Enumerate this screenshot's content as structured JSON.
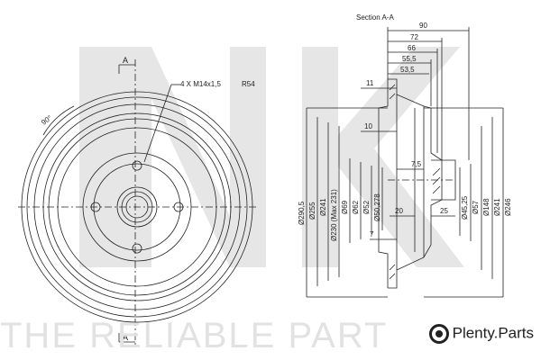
{
  "watermark": {
    "tagline": "THE RELIABLE PART",
    "brand_text": "Plenty.Parts"
  },
  "front_view": {
    "section_marker_top": "A",
    "section_marker_bottom": "A",
    "bolt_note": "4 X M14x1,5",
    "radius_note": "R54",
    "angle_label": "90°"
  },
  "section_view": {
    "title": "Section A-A",
    "top_dims": [
      "90",
      "72",
      "66",
      "55,5",
      "53,5"
    ],
    "left_small_dims": [
      "11",
      "10",
      "7,5",
      "20",
      "25",
      "7"
    ],
    "diameters_left": [
      "Ø290,5",
      "Ø255",
      "Ø241",
      "Ø230 (Max 231)",
      "Ø69",
      "Ø62",
      "Ø52",
      "Ø50,278"
    ],
    "diameters_right": [
      "Ø45,25",
      "Ø57",
      "Ø148",
      "Ø241",
      "Ø246"
    ]
  },
  "colors": {
    "line": "#222222",
    "watermark": "#dcdcdc"
  }
}
